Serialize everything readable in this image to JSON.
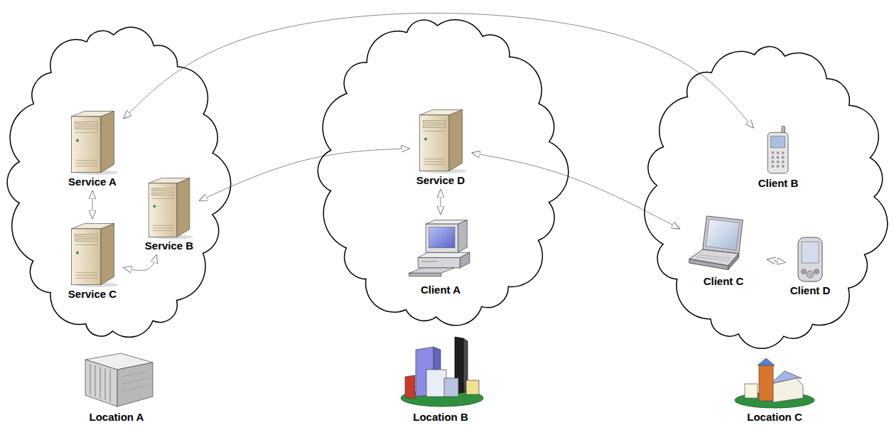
{
  "diagram": {
    "nodes": [
      {
        "text": [
          "Location A"
        ]
      },
      {
        "text": [
          "Service A"
        ],
        "in": 0
      },
      {
        "text": [
          "Service B"
        ],
        "in": 0
      },
      {
        "text": [
          "Service C"
        ],
        "in": 0
      },
      {
        "text": [
          "Location B"
        ]
      },
      {
        "text": [
          "Service D"
        ],
        "in": 4
      },
      {
        "text": [
          "Client A"
        ],
        "in": 4
      },
      {
        "text": [
          "Location C"
        ]
      },
      {
        "text": [
          "Client B"
        ],
        "in": 7
      },
      {
        "text": [
          "Client C"
        ],
        "in": 7
      },
      {
        "text": [
          "Client D"
        ],
        "in": 7
      }
    ],
    "edges": [
      {
        "from": 1,
        "to": 8,
        "arrow": "both"
      },
      {
        "from": 1,
        "to": 3,
        "arrow": "both"
      },
      {
        "from": 3,
        "to": 2,
        "arrow": "both"
      },
      {
        "from": 2,
        "to": 5,
        "arrow": "both"
      },
      {
        "from": 5,
        "to": 6,
        "arrow": "both"
      },
      {
        "from": 5,
        "to": 9,
        "arrow": "both"
      },
      {
        "from": 9,
        "to": 10,
        "arrow": "both"
      }
    ]
  }
}
